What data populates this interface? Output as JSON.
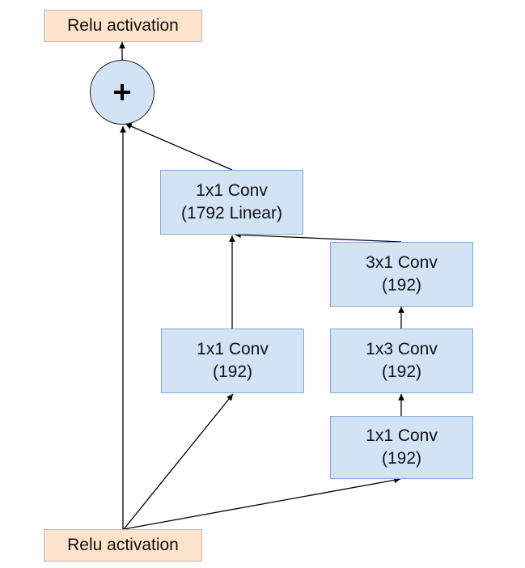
{
  "diagram": {
    "nodes": {
      "relu_top": {
        "label": "Relu activation"
      },
      "add": {
        "symbol": "+"
      },
      "conv_linear": {
        "line1": "1x1 Conv",
        "line2": "(1792 Linear)"
      },
      "conv_3x1": {
        "line1": "3x1 Conv",
        "line2": "(192)"
      },
      "conv_1x1_left": {
        "line1": "1x1 Conv",
        "line2": "(192)"
      },
      "conv_1x3": {
        "line1": "1x3 Conv",
        "line2": "(192)"
      },
      "conv_1x1_right": {
        "line1": "1x1 Conv",
        "line2": "(192)"
      },
      "relu_bottom": {
        "label": "Relu activation"
      }
    },
    "colors": {
      "activation_fill": "#fde3cc",
      "conv_fill": "#d3e3f6",
      "conv_border": "#86a7d6",
      "arrow": "#000000"
    }
  }
}
